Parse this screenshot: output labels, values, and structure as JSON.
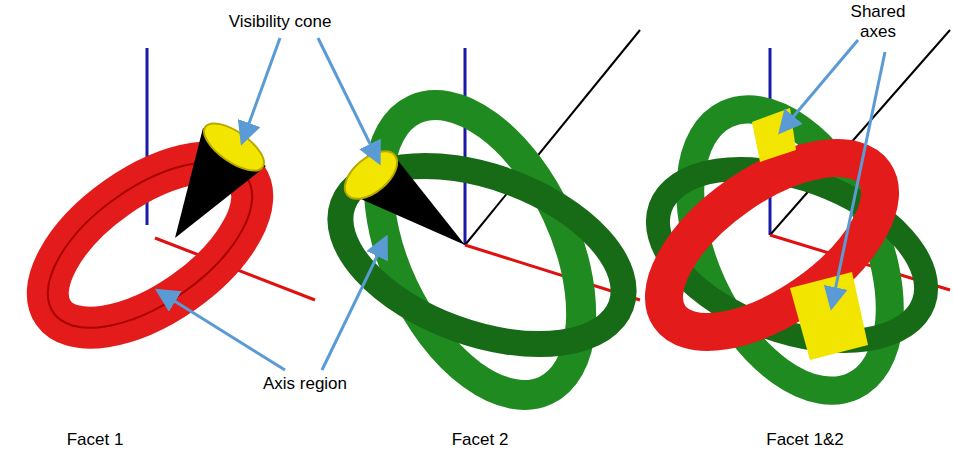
{
  "diagram": {
    "labels": [
      "Visibility cone",
      "Shared axes",
      "Axis region",
      "Facet 1",
      "Facet 2",
      "Facet 1&2"
    ]
  }
}
